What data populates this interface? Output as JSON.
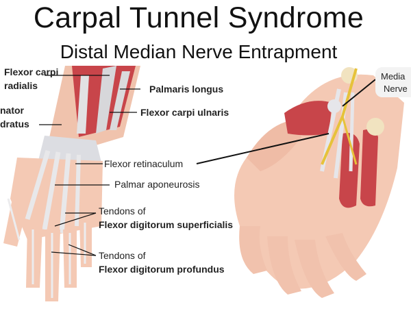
{
  "title": "Carpal Tunnel Syndrome",
  "subtitle": "Distal Median Nerve Entrapment",
  "labels": {
    "flexor_carpi_radialis_1": "Flexor carpi",
    "flexor_carpi_radialis_2": "radialis",
    "pronator_1": "nator",
    "pronator_2": "dratus",
    "palmaris_longus": "Palmaris longus",
    "flexor_carpi_ulnaris": "Flexor carpi ulnaris",
    "flexor_retinaculum": "Flexor retinaculum",
    "palmar_aponeurosis": "Palmar aponeurosis",
    "tendons_sup_1": "Tendons of",
    "tendons_sup_2": "Flexor digitorum superficialis",
    "tendons_prof_1": "Tendons of",
    "tendons_prof_2": "Flexor digitorum profundus",
    "median_nerve_1": "Media",
    "median_nerve_2": "Nerve"
  },
  "colors": {
    "skin": "#f4c9b4",
    "muscle": "#c8454a",
    "tendon": "#e8e8ea",
    "nerve": "#e6c23a",
    "bone": "#f1e3c0"
  }
}
